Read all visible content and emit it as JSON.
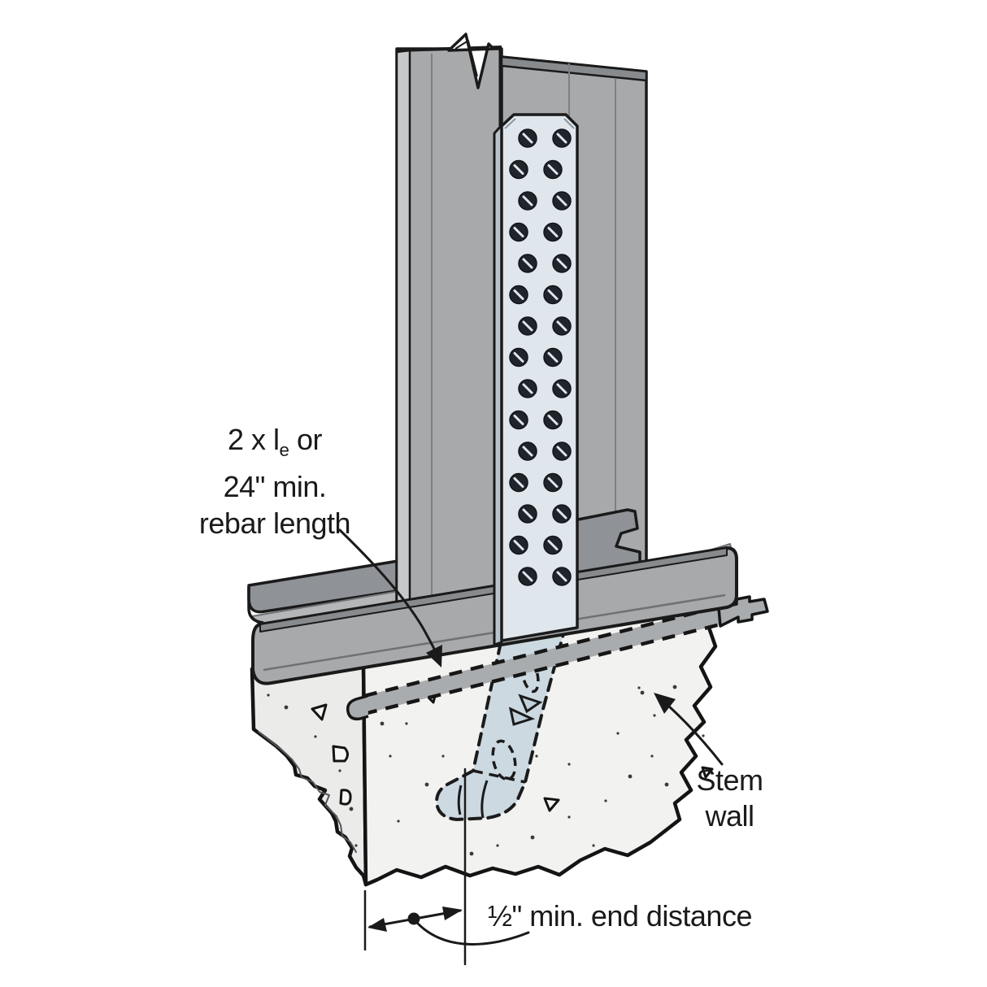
{
  "labels": {
    "rebar": {
      "line1_pre": "2 x l",
      "line1_sub": "e",
      "line1_post": " or",
      "line2": "24\" min.",
      "line3": "rebar length"
    },
    "stem": {
      "line1": "Stem",
      "line2": "wall"
    },
    "end_distance": "½\" min. end distance"
  },
  "colors": {
    "line": "#1a1a1a",
    "steel": "#a7a9ab",
    "steel_dark": "#8f9296",
    "steel_light": "#c6c8ca",
    "steel_floor": "#b4b6b8",
    "steel_band": "#888b8e",
    "strap": "#dfe6ec",
    "strap_edge": "#b9c3cb",
    "strap_hidden": "#ccd9e1",
    "concrete": "#f2f2f0",
    "concrete_side": "#ebebe9",
    "rebar": "#a9acae",
    "screw": "#20252c"
  }
}
